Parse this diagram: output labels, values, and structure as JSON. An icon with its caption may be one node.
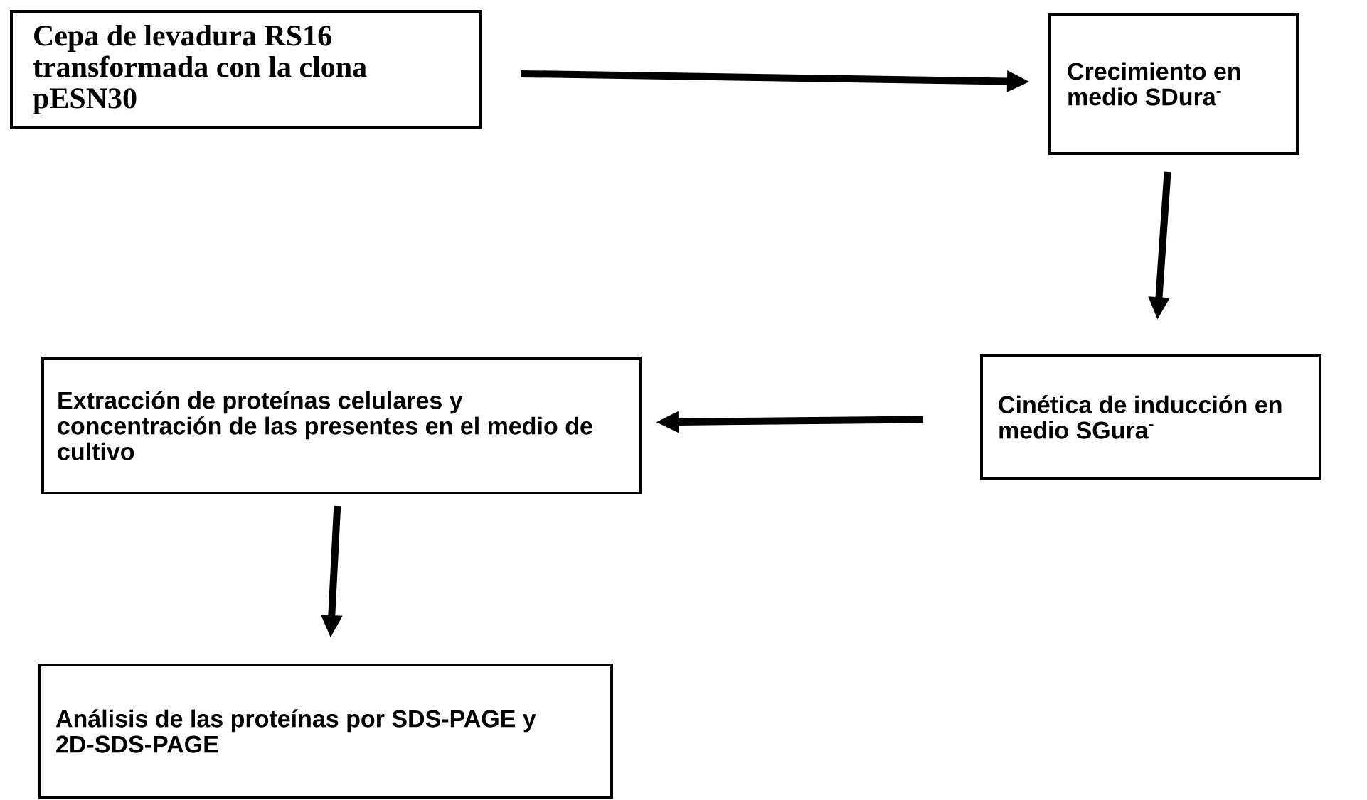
{
  "diagram": {
    "nodes": [
      {
        "text": [
          "Cepa de levadura RS16 transformada con la clona pESN30"
        ]
      },
      {
        "text": [
          "Crecimiento en medio SDura$^{-}$"
        ]
      },
      {
        "text": [
          "Cinética de inducción en medio SGura$^{-}$"
        ]
      },
      {
        "text": [
          "Extracción de proteínas celulares y concentración de las presentes en el medio de cultivo"
        ]
      },
      {
        "text": [
          "Análisis de las proteínas por SDS-PAGE y 2D-SDS-PAGE"
        ]
      }
    ],
    "edges": [
      {
        "from": 0,
        "to": 1,
        "arrow": "to"
      },
      {
        "from": 1,
        "to": 2,
        "arrow": "to"
      },
      {
        "from": 2,
        "to": 3,
        "arrow": "to"
      },
      {
        "from": 3,
        "to": 4,
        "arrow": "to"
      }
    ]
  }
}
